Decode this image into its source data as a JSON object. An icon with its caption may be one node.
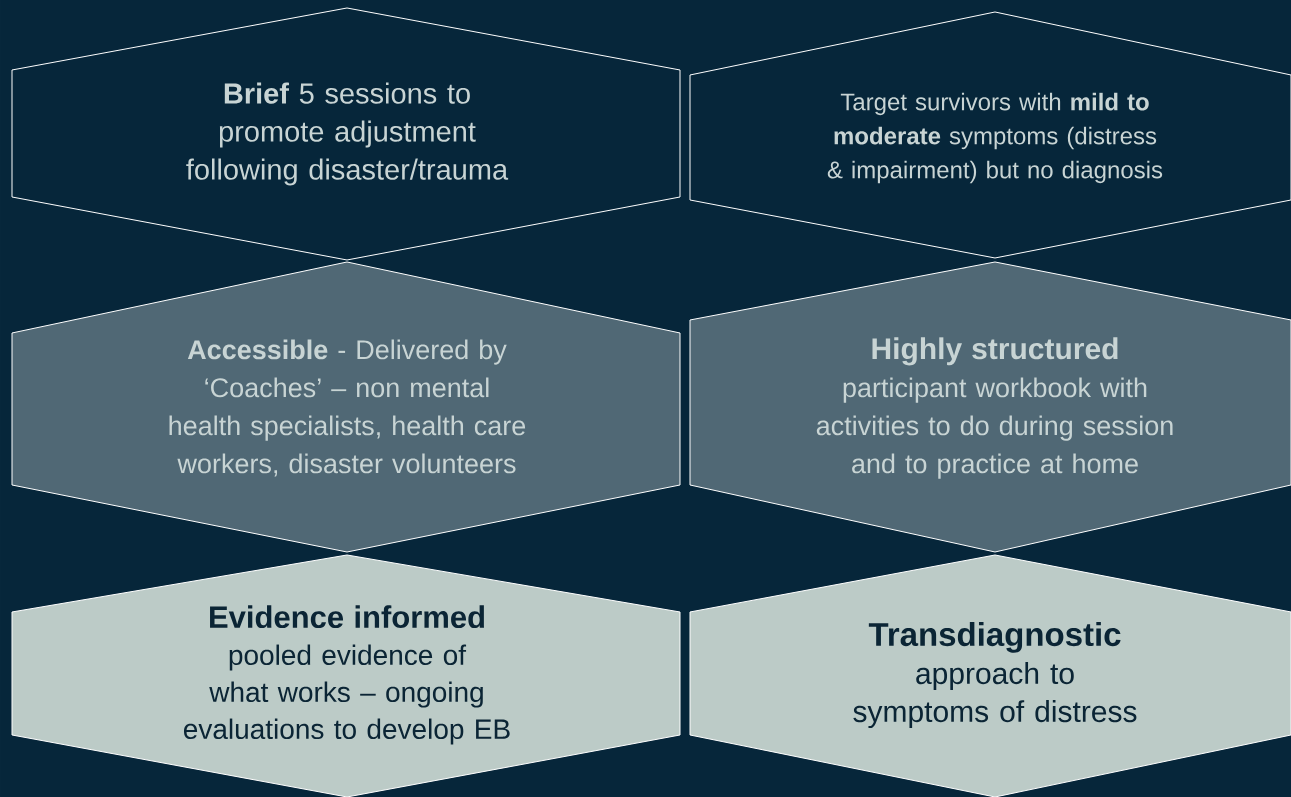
{
  "diagram": {
    "nodes": [
      {
        "text": [
          "**Brief** 5 sessions to promote adjustment following disaster/trauma"
        ]
      },
      {
        "text": [
          "Target survivors with **mild to moderate** symptoms (distress & impairment) but no diagnosis"
        ]
      },
      {
        "text": [
          "**Accessible** - Delivered by ‘Coaches’ – non mental health specialists, health care workers, disaster volunteers"
        ]
      },
      {
        "text": [
          "Highly structured",
          "participant workbook with activities to do during session and to practice at home"
        ]
      },
      {
        "text": [
          "Evidence informed",
          "pooled evidence of what works – ongoing evaluations to develop EB"
        ]
      },
      {
        "text": [
          "Transdiagnostic",
          "approach to symptoms of distress"
        ]
      }
    ]
  }
}
